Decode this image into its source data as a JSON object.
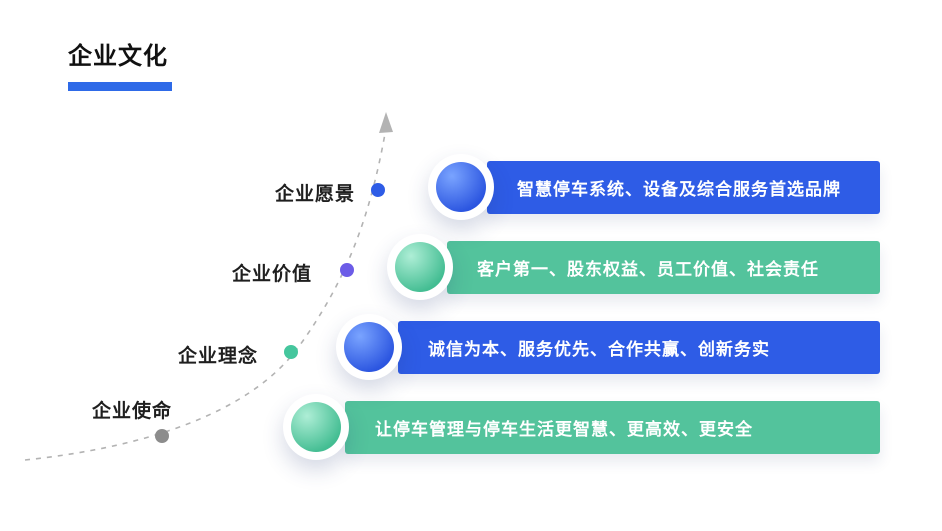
{
  "title": "企业文化",
  "colors": {
    "blue": "#2e5ce6",
    "green": "#53c39c",
    "accent_underline": "#2e6ae8",
    "curve_gray": "#b3b3b3"
  },
  "rows": [
    {
      "label": "企业愿景",
      "text": "智慧停车系统、设备及综合服务首选品牌",
      "theme": "blue",
      "banner_color": "#2e5ce6",
      "dot_color": "#2e5ce6"
    },
    {
      "label": "企业价值",
      "text": "客户第一、股东权益、员工价值、社会责任",
      "theme": "green",
      "banner_color": "#53c39c",
      "dot_color": "#6c5ce7"
    },
    {
      "label": "企业理念",
      "text": "诚信为本、服务优先、合作共赢、创新务实",
      "theme": "blue",
      "banner_color": "#2e5ce6",
      "dot_color": "#45c69d"
    },
    {
      "label": "企业使命",
      "text": "让停车管理与停车生活更智慧、更高效、更安全",
      "theme": "green",
      "banner_color": "#53c39c",
      "dot_color": "#8c8c8c"
    }
  ]
}
